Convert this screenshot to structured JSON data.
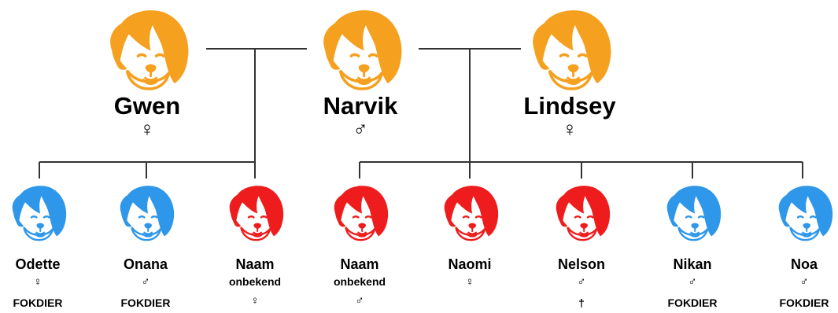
{
  "parents": [
    {
      "name": "Gwen",
      "sex": "♀",
      "color": "#F5A01E"
    },
    {
      "name": "Narvik",
      "sex": "♂",
      "color": "#F5A01E"
    },
    {
      "name": "Lindsey",
      "sex": "♀",
      "color": "#F5A01E"
    }
  ],
  "puppies": [
    {
      "name": "Odette",
      "sub": "",
      "sex": "♀",
      "tag": "FOKDIER",
      "color": "#2E97EA"
    },
    {
      "name": "Onana",
      "sub": "",
      "sex": "♂",
      "tag": "FOKDIER",
      "color": "#2E97EA"
    },
    {
      "name": "Naam",
      "sub": "onbekend",
      "sex": "♀",
      "tag": "",
      "color": "#EE1C1C"
    },
    {
      "name": "Naam",
      "sub": "onbekend",
      "sex": "♂",
      "tag": "",
      "color": "#EE1C1C"
    },
    {
      "name": "Naomi",
      "sub": "",
      "sex": "♀",
      "tag": "",
      "color": "#EE1C1C"
    },
    {
      "name": "Nelson",
      "sub": "",
      "sex": "♂",
      "tag": "†",
      "color": "#EE1C1C"
    },
    {
      "name": "Nikan",
      "sub": "",
      "sex": "♂",
      "tag": "FOKDIER",
      "color": "#2E97EA"
    },
    {
      "name": "Noa",
      "sub": "",
      "sex": "♂",
      "tag": "FOKDIER",
      "color": "#2E97EA"
    }
  ]
}
